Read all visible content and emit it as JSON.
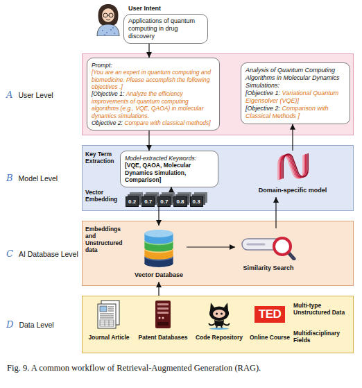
{
  "diagram": {
    "caption": "Fig. 9. A common workflow of Retrieval-Augmented Generation (RAG).",
    "nodes": [
      {
        "text": [
          "User Intent",
          "Applications of quantum computing in drug discovery"
        ]
      },
      {
        "text": [
          "A",
          "User Level"
        ]
      },
      {
        "text": [
          "Prompt:",
          "[You are an expert in quantum computing and biomedicine. Please accomplish the following objectives .]",
          "[Objective 1:",
          "Analyze the efficiency improvements of quantum computing algorithms (e.g., VQE, QAOA) in molecular dynamics simulations.",
          "Objective 2:",
          "Compare with classical methods]"
        ],
        "in": 1
      },
      {
        "text": [
          "Analysis of Quantum Computing Algorithms in Molecular Dynamics Simulations:",
          "[Objective 1:",
          "Variational Quantum Eigensolver (VQE)]",
          "[Objective 2:",
          "Comparison with Classical Methods ]"
        ],
        "in": 1
      },
      {
        "text": [
          "B",
          "Model Level"
        ]
      },
      {
        "text": [
          "Model-extracted Keywords:",
          "[VQE, QAOA, Molecular Dynamics Simulation, Comparison]"
        ],
        "in": 4
      },
      {
        "text": [
          "0.2",
          "0.7",
          "0.7",
          "0.8",
          "0.3"
        ],
        "in": 4
      },
      {
        "text": [
          "Domain-specific model"
        ],
        "in": 4
      },
      {
        "text": [
          "C",
          "AI Database Level"
        ]
      },
      {
        "text": [
          "Vector Database"
        ],
        "in": 8
      },
      {
        "text": [
          "Similarity Search"
        ],
        "in": 8
      },
      {
        "text": [
          "D",
          "Data Level"
        ]
      },
      {
        "text": [
          "Journal Article"
        ],
        "in": 11
      },
      {
        "text": [
          "Patent Databases"
        ],
        "in": 11
      },
      {
        "text": [
          "Code Repository"
        ],
        "in": 11
      },
      {
        "text": [
          "Online Course"
        ],
        "in": 11
      }
    ],
    "edges": [
      {
        "from": 0,
        "to": 2,
        "arrow": "to"
      },
      {
        "from": 2,
        "to": 5,
        "arrow": "to"
      },
      {
        "from": 5,
        "to": 6,
        "arrow": "to"
      },
      {
        "from": 6,
        "to": 9,
        "arrow": "to"
      },
      {
        "from": 9,
        "to": 10,
        "arrow": "to"
      },
      {
        "from": 10,
        "to": 7,
        "arrow": "to"
      },
      {
        "from": 7,
        "to": 3,
        "arrow": "to"
      },
      {
        "from": 11,
        "to": 9,
        "arrow": "to"
      }
    ],
    "labels": [
      "Key Term Extraction",
      "Vector Embedding",
      "Embeddings and Unstructured data",
      "TED",
      "Multi-type Unstructured Data",
      "Multidisciplinary Fields"
    ]
  }
}
